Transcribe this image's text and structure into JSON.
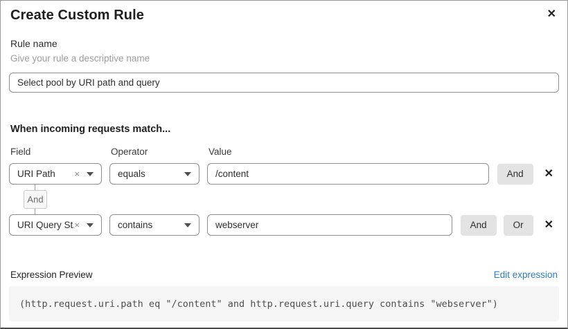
{
  "dialog": {
    "title": "Create Custom Rule",
    "close_icon": "✕"
  },
  "rule_name": {
    "label": "Rule name",
    "helper": "Give your rule a descriptive name",
    "value": "Select pool by URI path and query"
  },
  "match": {
    "heading": "When incoming requests match...",
    "columns": {
      "field": "Field",
      "operator": "Operator",
      "value": "Value"
    },
    "connector_label": "And",
    "rows": [
      {
        "field": "URI Path",
        "clear_icon": "×",
        "operator": "equals",
        "value": "/content",
        "and_label": "And",
        "delete_icon": "✕"
      },
      {
        "field": "URI Query St...",
        "clear_icon": "×",
        "operator": "contains",
        "value": "webserver",
        "and_label": "And",
        "or_label": "Or",
        "delete_icon": "✕"
      }
    ]
  },
  "expression": {
    "label": "Expression Preview",
    "edit_link": "Edit expression",
    "code": "(http.request.uri.path eq \"/content\" and http.request.uri.query contains \"webserver\")"
  },
  "colors": {
    "accent_link": "#2e7cbe",
    "button_bg": "#e3e3e3",
    "code_bg": "#f5f5f5",
    "border": "#8d8d8d"
  }
}
